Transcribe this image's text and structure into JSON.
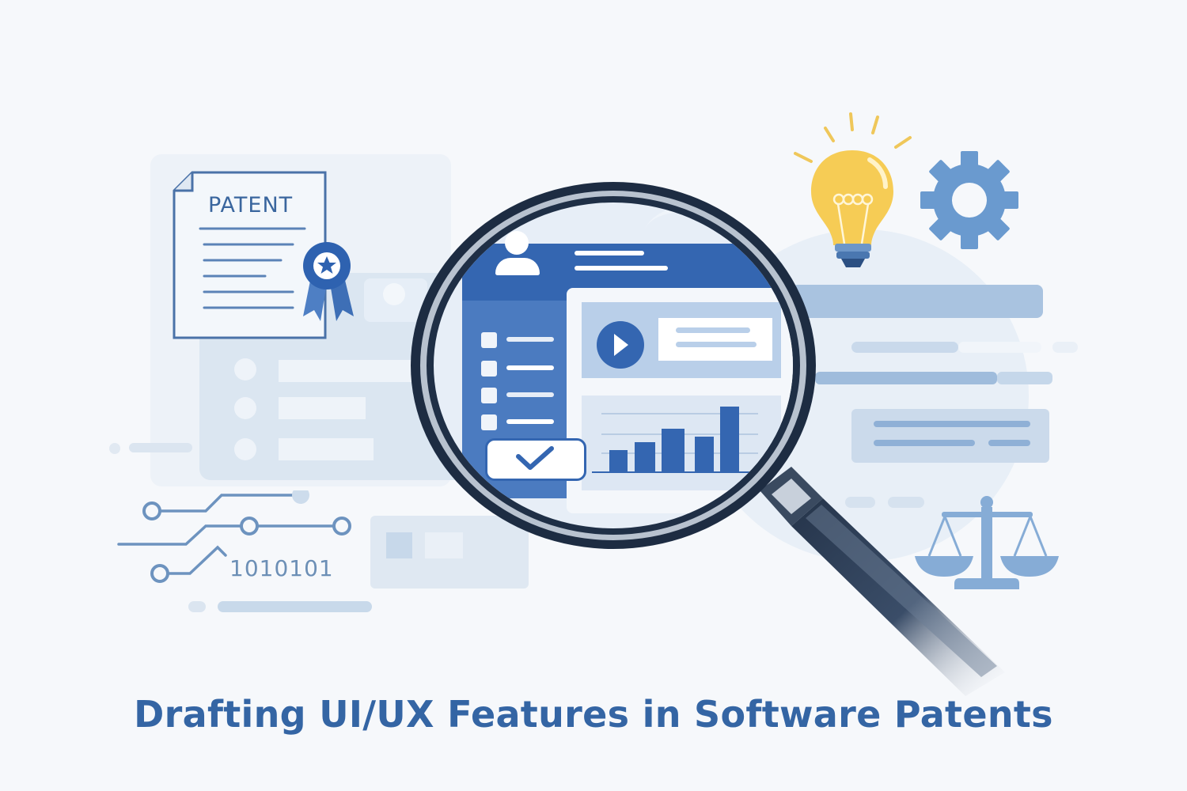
{
  "title": "Drafting UI/UX Features in Software Patents",
  "patent_document": {
    "label": "PATENT",
    "badge": "award-ribbon-star"
  },
  "magnified_ui": {
    "sidebar_items": 4,
    "play_button": "play-icon",
    "confirm": "checkmark-icon",
    "bar_chart": {
      "type": "bar",
      "bars": [
        3,
        4,
        7,
        5,
        10
      ]
    }
  },
  "circuit": {
    "binary_text": "1010101"
  },
  "icons": {
    "lightbulb": "lightbulb-icon",
    "gear": "gear-icon",
    "scales": "scales-of-justice-icon",
    "magnifier": "magnifying-glass-icon"
  },
  "colors": {
    "primary": "#3465a4",
    "accent_dark": "#1f3a5c",
    "light_blue": "#cddcec",
    "bulb_yellow": "#f6cc55",
    "gear_blue": "#6d9bd0"
  }
}
